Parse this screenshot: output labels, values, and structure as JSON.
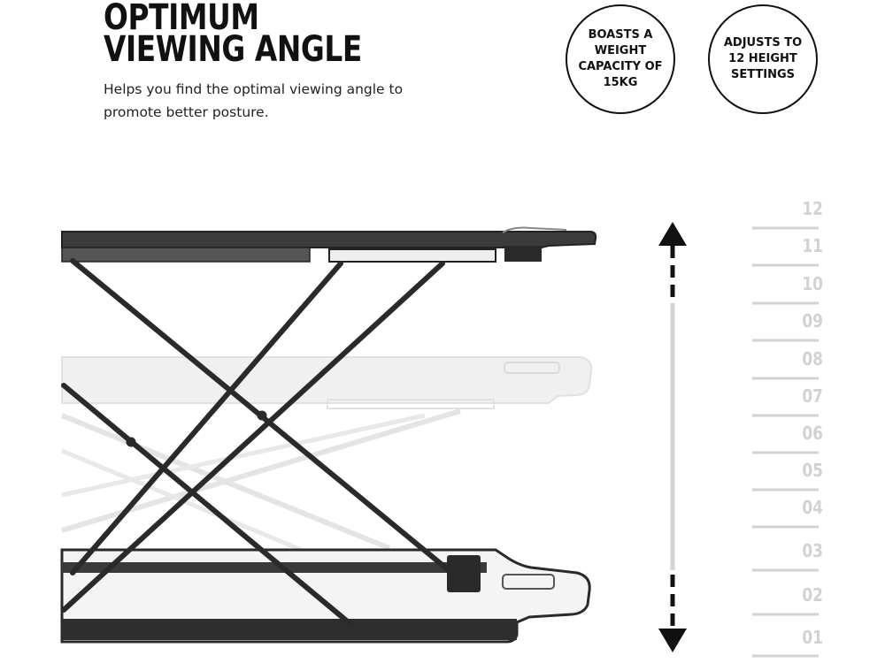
{
  "header": {
    "title": "OPTIMUM VIEWING ANGLE",
    "description": "Helps you find the optimal viewing angle to promote better posture."
  },
  "badges": [
    {
      "text": "BOASTS A WEIGHT CAPACITY OF 15KG"
    },
    {
      "text": "ADJUSTS TO 12 HEIGHT SETTINGS"
    }
  ],
  "height_scale": {
    "labels": [
      "12",
      "11",
      "10",
      "09",
      "08",
      "07",
      "06",
      "05",
      "04",
      "03",
      "02",
      "01"
    ]
  },
  "colors": {
    "frame": "#2a2a2a",
    "ghost": "#cfcfcf",
    "scale": "#d2d2d2",
    "arrow": "#111111"
  },
  "icons": [
    "double-arrow-icon"
  ]
}
